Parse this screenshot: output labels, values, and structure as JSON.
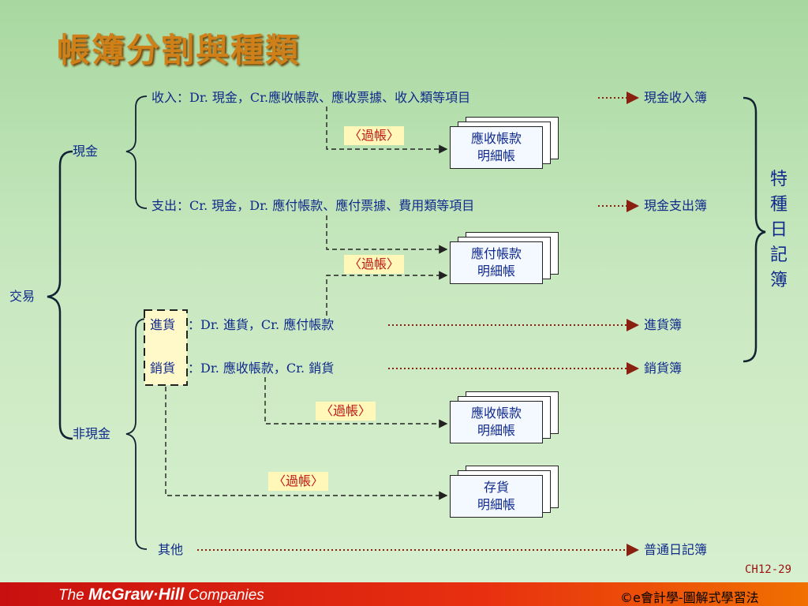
{
  "title": "帳簿分割與種類",
  "nodes": {
    "transaction": "交易",
    "cash": "現金",
    "non_cash": "非現金",
    "cash_in": "收入：Dr. 現金，Cr.應收帳款、應收票據、收入類等項目",
    "cash_out": "支出：Cr. 現金，Dr. 應付帳款、應付票據、費用類等項目",
    "purchase_tag": "進貨",
    "purchase_rest": "：Dr. 進貨，Cr. 應付帳款",
    "sales_tag": "銷貨",
    "sales_rest": "：Dr. 應收帳款，Cr. 銷貨",
    "other": "其他"
  },
  "journals": {
    "cash_receipts": "現金收入簿",
    "cash_payments": "現金支出簿",
    "purchases": "進貨簿",
    "sales": "銷貨簿",
    "general": "普通日記簿",
    "special": "特種日記簿"
  },
  "posting_label": "〈過帳〉",
  "ledgers": {
    "ar_1": [
      "應收帳款",
      "明細帳"
    ],
    "ap": [
      "應付帳款",
      "明細帳"
    ],
    "ar_2": [
      "應收帳款",
      "明細帳"
    ],
    "inventory": [
      "存貨",
      "明細帳"
    ]
  },
  "page_number": "CH12-29",
  "footer": {
    "publisher_the": "The ",
    "publisher_name": "McGraw·Hill",
    "publisher_suffix": " Companies",
    "book": "©e會計學-圖解式學習法"
  },
  "colors": {
    "text": "#102a8c",
    "title": "#d08018",
    "posting": "#c01818",
    "posting_bg": "#fff8b8",
    "dotted_arrow": "#8a2010"
  }
}
